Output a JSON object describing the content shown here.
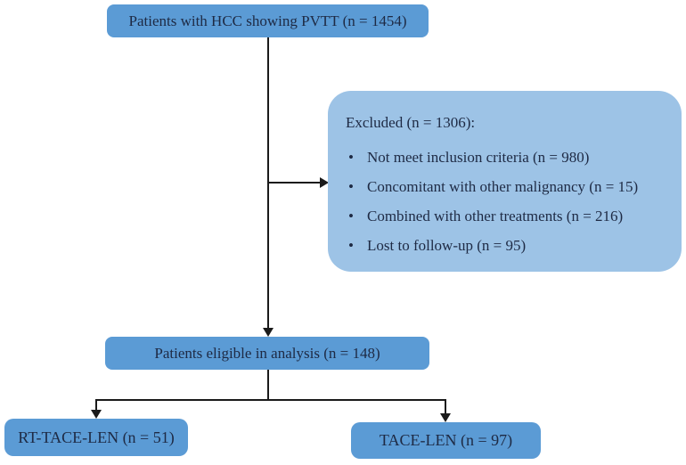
{
  "diagram": {
    "top_box": "Patients with HCC showing PVTT (n = 1454)",
    "excluded_box": {
      "heading": "Excluded (n = 1306):",
      "bullet": "•",
      "items": [
        "Not meet inclusion criteria (n = 980)",
        "Concomitant with other malignancy (n = 15)",
        "Combined with other treatments (n = 216)",
        "Lost to follow-up (n = 95)"
      ]
    },
    "eligible_box": "Patients eligible in analysis (n = 148)",
    "arm_left_box": "RT-TACE-LEN (n = 51)",
    "arm_right_box": "TACE-LEN (n = 97)"
  },
  "colors": {
    "node_fill": "#5b9bd5",
    "excluded_fill": "#9dc3e6",
    "text": "#1e2a44",
    "line": "#1a1a1a",
    "background": "#ffffff"
  }
}
